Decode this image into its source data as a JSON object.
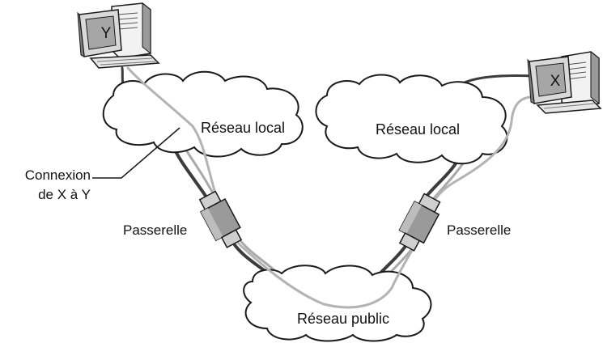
{
  "computers": {
    "left": {
      "screen_label": "Y"
    },
    "right": {
      "screen_label": "X"
    }
  },
  "clouds": {
    "left": {
      "label": "Réseau local"
    },
    "right": {
      "label": "Réseau local"
    },
    "bottom": {
      "label": "Réseau public"
    }
  },
  "gateways": {
    "left": {
      "label": "Passerelle"
    },
    "right": {
      "label": "Passerelle"
    }
  },
  "callout": {
    "line1": "Connexion",
    "line2": "de X à Y"
  },
  "colors": {
    "cloud_fill": "#ffffff",
    "outline": "#1a1a1a",
    "cable_dark": "#3c3c3c",
    "cable_light": "#a9a9a9",
    "connection_path": "#b3b3b3",
    "gateway": "#9a9a9a"
  }
}
